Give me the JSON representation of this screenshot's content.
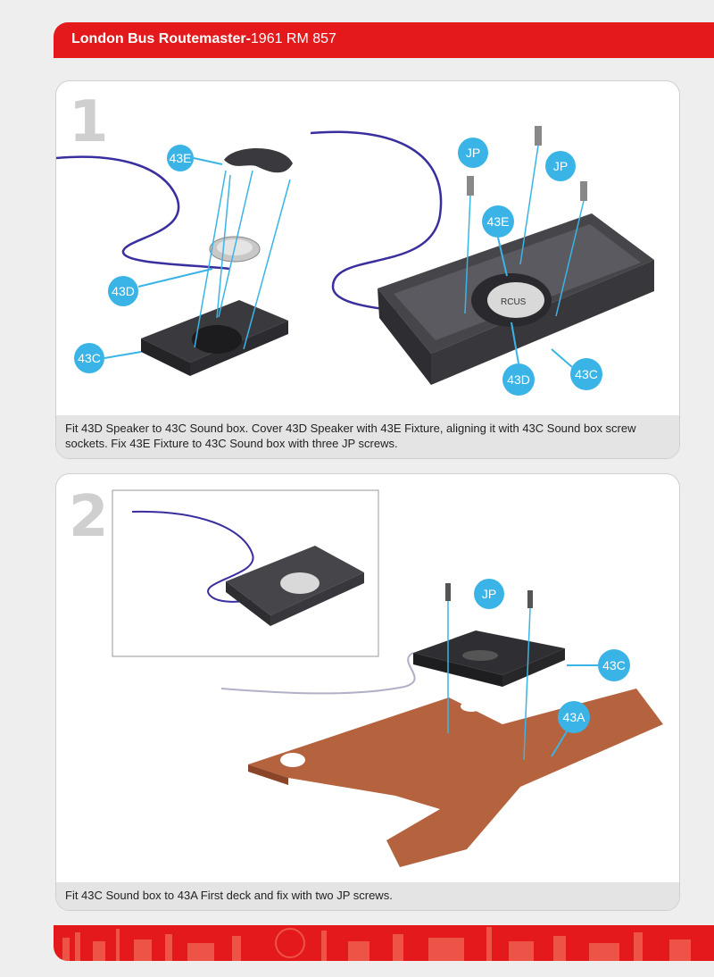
{
  "header": {
    "title_bold": "London Bus Routemaster-",
    "title_regular": "1961 RM 857"
  },
  "steps": [
    {
      "number": "1",
      "caption": "Fit 43D Speaker to 43C Sound box. Cover 43D Speaker with 43E Fixture, aligning it with 43C Sound box screw sockets. Fix 43E Fixture to 43C Sound box with three JP screws.",
      "callouts": [
        "43E",
        "43D",
        "43C",
        "JP",
        "JP",
        "43E",
        "43D",
        "43C"
      ],
      "speaker_label": "RCUS"
    },
    {
      "number": "2",
      "caption": "Fit 43C Sound box to 43A First deck and fix with two JP screws.",
      "callouts": [
        "JP",
        "43C",
        "43A"
      ]
    }
  ],
  "colors": {
    "brand_red": "#e3191b",
    "callout_blue": "#3ab4e6",
    "part_dark": "#2f2f33",
    "deck_copper": "#b5623e"
  }
}
